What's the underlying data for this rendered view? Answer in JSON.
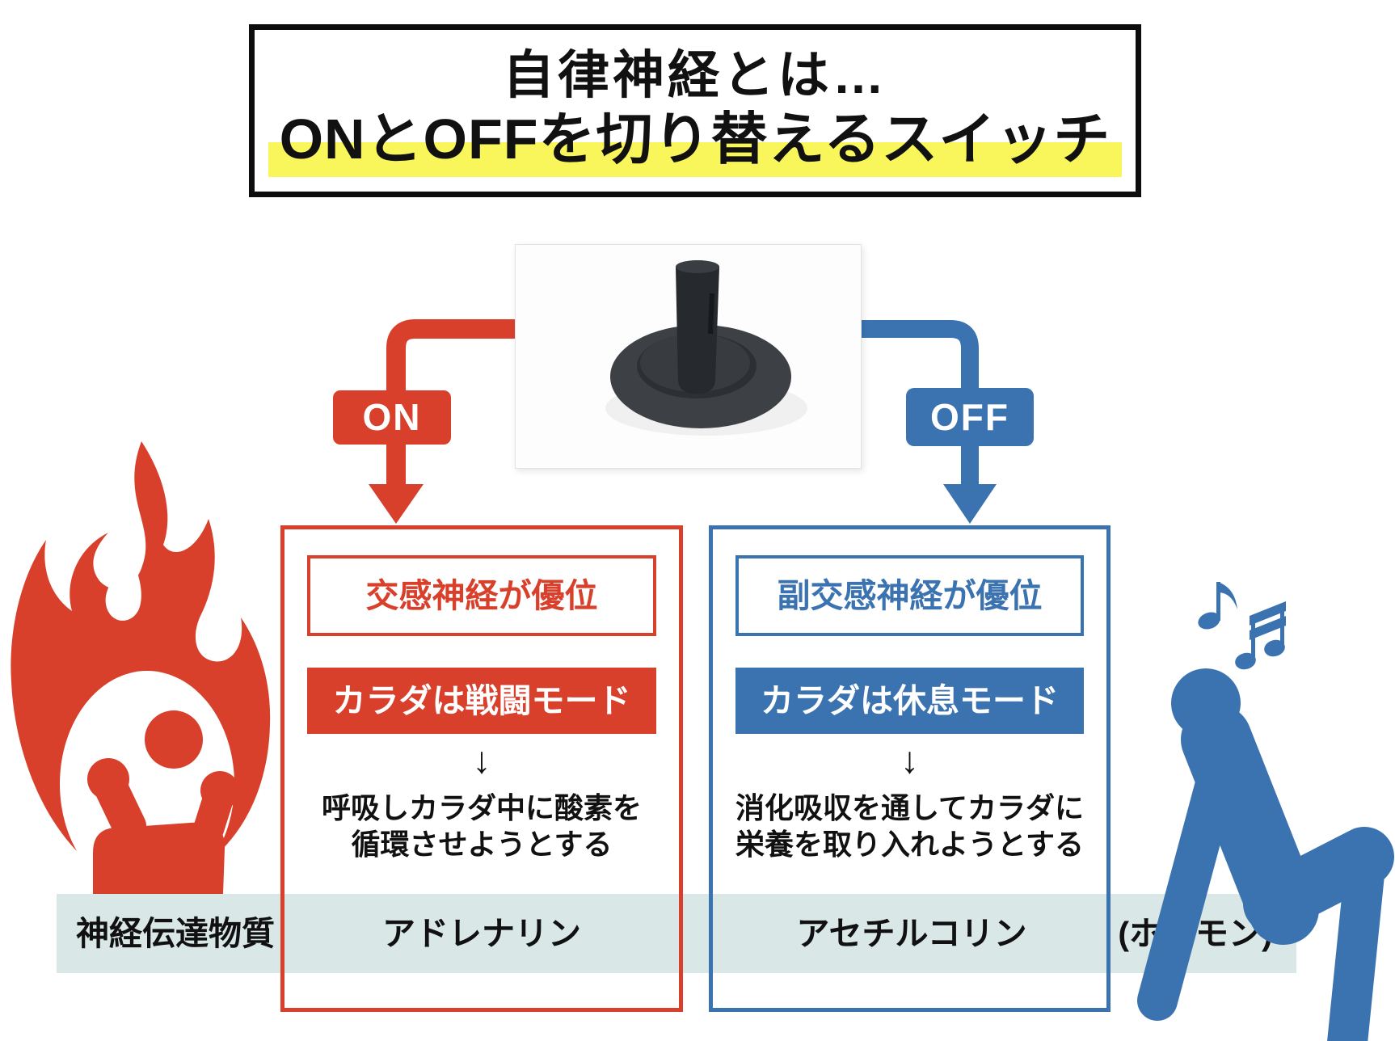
{
  "title": {
    "line1": "自律神経とは…",
    "line2_highlighted": "ONとOFFを切り替えるスイッチ"
  },
  "switch": {
    "on_label": "ON",
    "off_label": "OFF"
  },
  "on_branch": {
    "header": "交感神経が優位",
    "banner": "カラダは戦闘モード",
    "arrow": "↓",
    "body_line1": "呼吸しカラダ中に酸素を",
    "body_line2": "循環させようとする"
  },
  "off_branch": {
    "header": "副交感神経が優位",
    "banner": "カラダは休息モード",
    "arrow": "↓",
    "body_line1": "消化吸収を通してカラダに",
    "body_line2": "栄養を取り入れようとする"
  },
  "bottom_band": {
    "row_label": "神経伝達物質",
    "on_value": "アドレナリン",
    "off_value": "アセチルコリン",
    "suffix": "(ホルモン)"
  },
  "icons": {
    "left": "fire-boxer-icon",
    "right": "relaxing-person-icon",
    "notes": "music-notes-icon",
    "center": "joystick-switch-photo"
  },
  "colors": {
    "on_red": "#D8402C",
    "off_blue": "#3B73B1",
    "band_bg": "#DAE7E7",
    "highlight_yellow": "#F8F65A",
    "text_black": "#111111"
  }
}
